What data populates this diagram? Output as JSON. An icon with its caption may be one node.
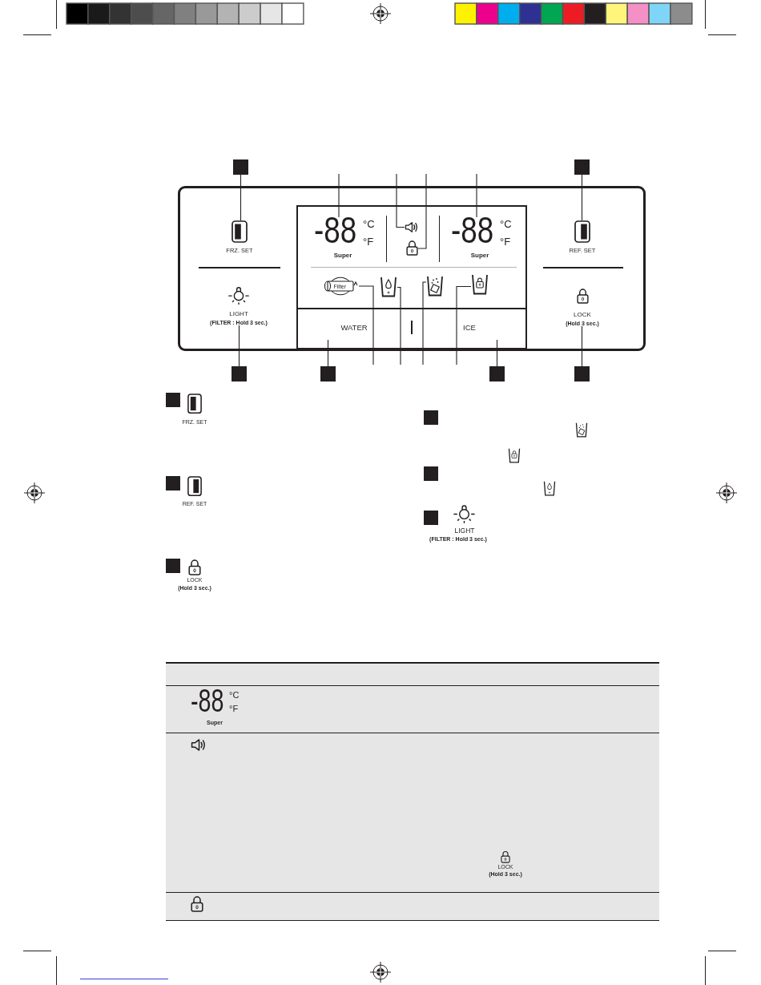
{
  "diagram": {
    "nodes": [
      {
        "text": [],
        "shape": "box"
      },
      {
        "text": [],
        "shape": "box"
      },
      {
        "text": [],
        "shape": "box"
      },
      {
        "text": [
          "FRZ. SET"
        ],
        "in": 2
      },
      {
        "text": [],
        "shape": "box",
        "in": 2
      },
      {
        "text": [
          "-88",
          "°C",
          "°F",
          "Super"
        ],
        "in": 4
      },
      {
        "text": [],
        "shape": "picture",
        "in": 4
      },
      {
        "text": [],
        "shape": "picture",
        "in": 4
      },
      {
        "text": [
          "-88",
          "°C",
          "°F",
          "Super"
        ],
        "in": 4
      },
      {
        "text": [
          "Filter"
        ],
        "in": 4
      },
      {
        "text": [],
        "shape": "picture",
        "in": 4
      },
      {
        "text": [],
        "shape": "picture",
        "in": 4
      },
      {
        "text": [],
        "shape": "picture",
        "in": 4
      },
      {
        "text": [
          "REF. SET"
        ],
        "in": 2
      },
      {
        "text": [
          "LIGHT",
          "(FILTER : Hold 3 sec.)"
        ],
        "in": 2
      },
      {
        "text": [],
        "shape": "box",
        "in": 2
      },
      {
        "text": [
          "WATER"
        ],
        "in": 15
      },
      {
        "text": [
          "ICE"
        ],
        "in": 15
      },
      {
        "text": [
          "LOCK",
          "(Hold 3 sec.)"
        ],
        "in": 2
      },
      {
        "text": [],
        "shape": "box"
      },
      {
        "text": [],
        "shape": "box"
      },
      {
        "text": [],
        "shape": "box"
      },
      {
        "text": [],
        "shape": "box"
      },
      {
        "text": [],
        "shape": "box"
      },
      {
        "text": [],
        "shape": "box"
      },
      {
        "text": [],
        "shape": "box"
      },
      {
        "text": [],
        "shape": "box"
      },
      {
        "text": [],
        "shape": "box"
      },
      {
        "text": [],
        "shape": "box"
      }
    ],
    "edges": [
      {
        "from": 0,
        "to": 3,
        "arrow": "none"
      },
      {
        "from": 1,
        "to": 13,
        "arrow": "none"
      },
      {
        "from": 19,
        "to": 14,
        "arrow": "none"
      },
      {
        "from": 20,
        "to": 16,
        "arrow": "none"
      },
      {
        "from": 21,
        "to": 17,
        "arrow": "none"
      },
      {
        "from": 22,
        "to": 18,
        "arrow": "none"
      },
      {
        "from": null,
        "to": 5,
        "arrow": "none"
      },
      {
        "from": null,
        "to": 6,
        "arrow": "none"
      },
      {
        "from": null,
        "to": 7,
        "arrow": "none"
      },
      {
        "from": null,
        "to": 8,
        "arrow": "none"
      },
      {
        "from": null,
        "to": 9,
        "arrow": "none"
      },
      {
        "from": null,
        "to": 10,
        "arrow": "none"
      },
      {
        "from": null,
        "to": 11,
        "arrow": "none"
      },
      {
        "from": null,
        "to": 12,
        "arrow": "none"
      }
    ],
    "labels": [
      "FRZ. SET",
      "REF. SET",
      "LOCK",
      "(Hold 3 sec.)",
      "LIGHT",
      "(FILTER : Hold 3 sec.)",
      "-88",
      "°C",
      "°F",
      "Super",
      "LOCK",
      "(Hold 3 sec.)"
    ]
  }
}
